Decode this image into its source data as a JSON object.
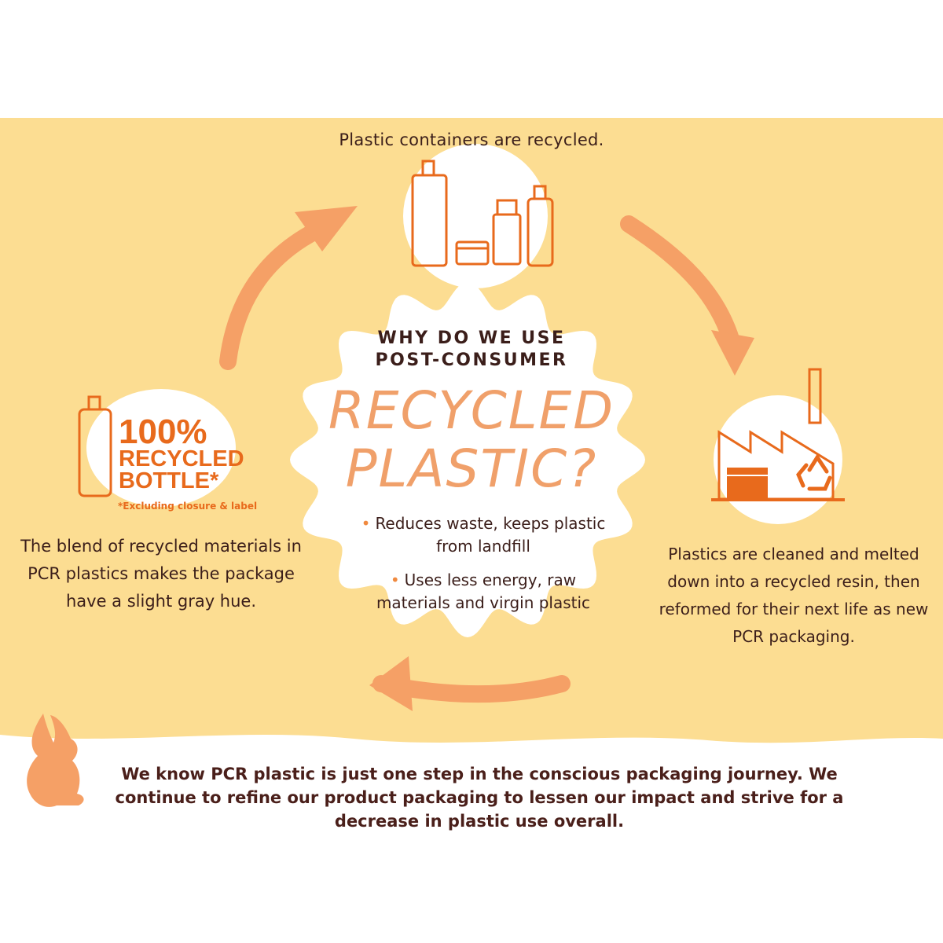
{
  "top_caption": "Plastic containers are recycled.",
  "center": {
    "heading_line1": "WHY DO WE USE",
    "heading_line2": "POST-CONSUMER",
    "title_line1": "RECYCLED",
    "title_line2": "PLASTIC?",
    "bullets": [
      "Reduces waste, keeps plastic from landfill",
      "Uses less energy, raw materials and virgin plastic"
    ]
  },
  "badge": {
    "line1": "100%",
    "line2": "RECYCLED",
    "line3": "BOTTLE*",
    "note": "*Excluding closure & label"
  },
  "left_caption": "The blend of recycled materials in PCR plastics makes the package have a slight gray hue.",
  "right_caption": "Plastics are cleaned and melted down into a recycled resin, then reformed for their next life as new PCR packaging.",
  "footer": "We know PCR plastic is just one step in the conscious packaging journey. We continue to refine our product packaging to lessen our impact and strive for a decrease in plastic use overall.",
  "colors": {
    "panel": "#fcdd92",
    "arrow": "#f5a066",
    "accent": "#e86a1c",
    "text": "#3b1e1a"
  },
  "icons": [
    "bottles-icon",
    "factory-icon",
    "recycle-icon",
    "bottle-icon",
    "rabbit-icon"
  ]
}
